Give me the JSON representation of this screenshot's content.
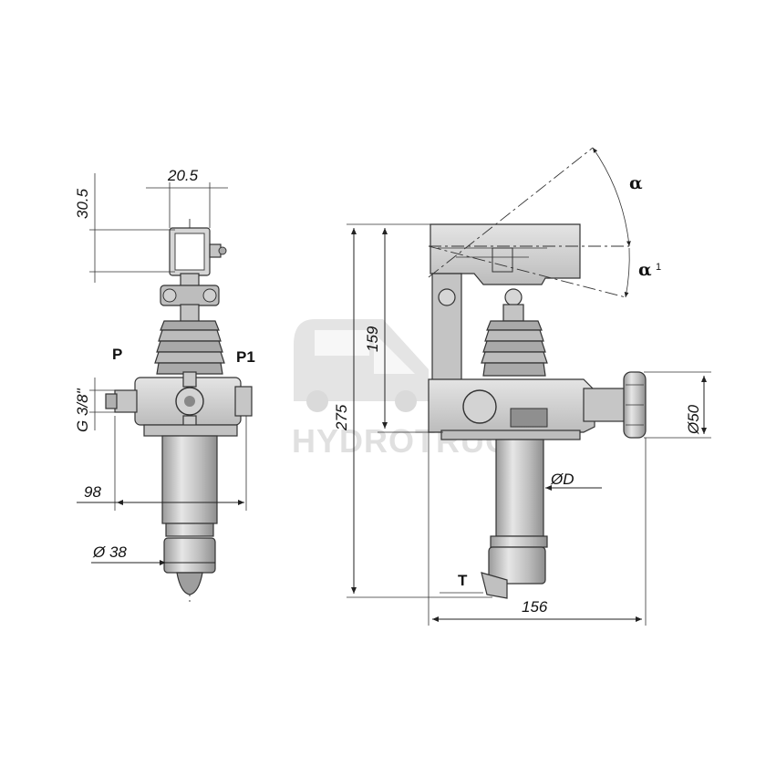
{
  "watermark": {
    "brand": "HYDROTRUCK",
    "truck_icon": "truck-logo-icon"
  },
  "colors": {
    "metal_light": "#d9d9d9",
    "metal_mid": "#b8b8b8",
    "metal_dark": "#8a8a8a",
    "watermark": "#c8c8c8"
  },
  "front_view": {
    "dims": {
      "bracket_width": "20.5",
      "bracket_height": "30.5",
      "port_thread": "G 3/8\"",
      "port_offset": "98",
      "cylinder_diameter": "Ø 38"
    },
    "ports": {
      "pressure": "P",
      "pressure_alt": "P1"
    }
  },
  "side_view": {
    "dims": {
      "total_height": "275",
      "lever_height": "159",
      "total_length": "156",
      "knob_diameter": "Ø50",
      "piston_diameter": "ØD"
    },
    "ports": {
      "tank": "T"
    },
    "angles": {
      "alpha": "α",
      "alpha1": "α",
      "alpha1_sub": "1"
    }
  }
}
